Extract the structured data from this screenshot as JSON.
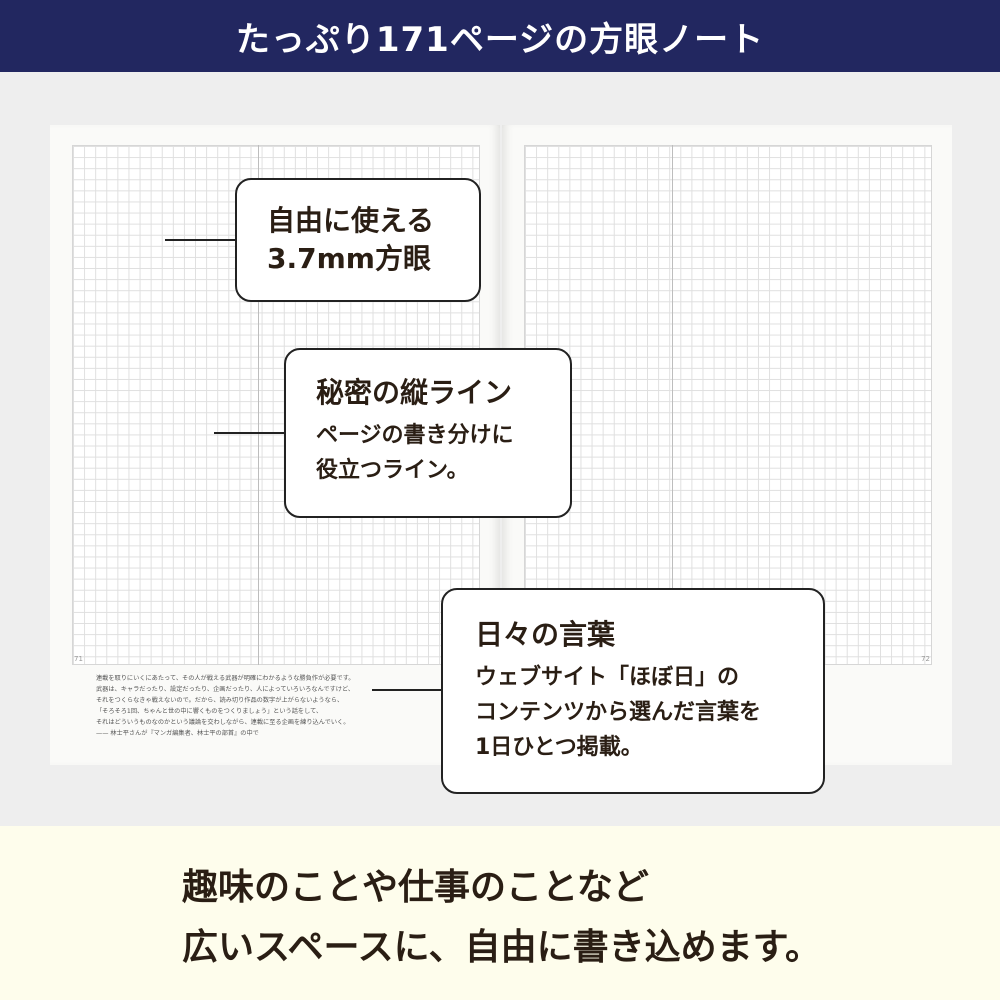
{
  "header": {
    "title": "たっぷり171ページの方眼ノート"
  },
  "notebook": {
    "left_page_number": "71",
    "right_page_number": "72",
    "quote_lines": [
      "連載を取りにいくにあたって、その人が戦える武器が明確にわかるような勝負作が必要です。",
      "武器は、キャラだったり、設定だったり、企画だったり、人によっていろいろなんですけど、",
      "それをつくらなきゃ戦えないので。だから、読み切り作品の数字が上がらないようなら、",
      "「そろそろ1回、ちゃんと世の中に響くものをつくりましょう」という話をして、",
      "それはどういうものなのかという議論を交わしながら、連載に至る企画を練り込んでいく。",
      "—— 林士平さんが『マンガ編集者、林士平の部首』の中で"
    ]
  },
  "callouts": {
    "grid": {
      "lines": [
        "自由に使える",
        "3.7mm方眼"
      ]
    },
    "vertical_line": {
      "title": "秘密の縦ライン",
      "body": [
        "ページの書き分けに",
        "役立つライン。"
      ]
    },
    "daily_words": {
      "title": "日々の言葉",
      "body": [
        "ウェブサイト「ほぼ日」の",
        "コンテンツから選んだ言葉を",
        "1日ひとつ掲載。"
      ]
    }
  },
  "footer": {
    "lines": [
      "趣味のことや仕事のことなど",
      "広いスペースに、自由に書き込めます。"
    ]
  },
  "colors": {
    "header_bg": "#222760",
    "footer_bg": "#fefdec",
    "text": "#2a1e14"
  }
}
